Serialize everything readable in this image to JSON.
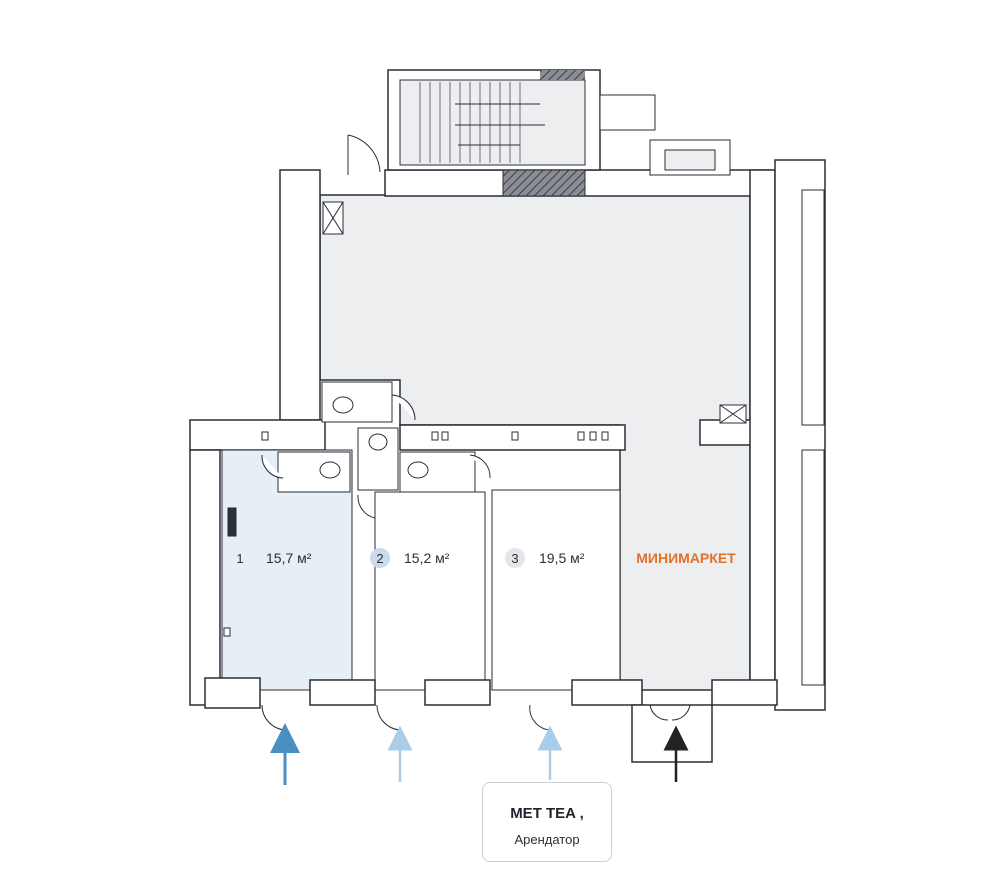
{
  "units": [
    {
      "number": "1",
      "area": "15,7 м²",
      "style": "selected"
    },
    {
      "number": "2",
      "area": "15,2 м²",
      "style": "tinted"
    },
    {
      "number": "3",
      "area": "19,5 м²",
      "style": "plain"
    }
  ],
  "minimarket_label": "МИНИМАРКЕТ",
  "tenant": {
    "name": "МЕТ TEA ,",
    "role": "Арендатор"
  },
  "colors": {
    "wall": "#ffffff",
    "wall_stroke": "#2a2e36",
    "floor": "#edeef0",
    "selected_floor": "#e6eef6",
    "minimarket_text": "#e0722a",
    "arrow_active": "#4a8fc2",
    "arrow_light": "#a9cde8",
    "arrow_dark": "#222222",
    "badge_tinted": "#c9dbec",
    "badge_plain": "#e4e6ea"
  }
}
